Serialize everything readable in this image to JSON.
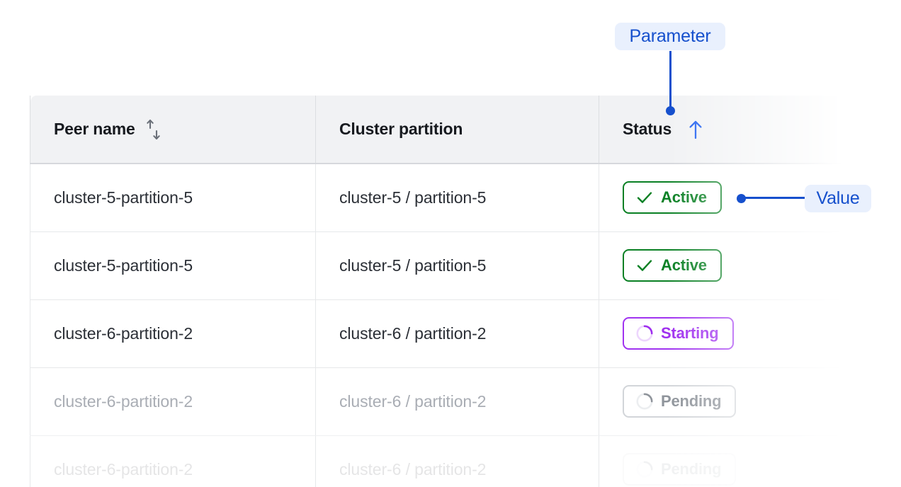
{
  "table": {
    "columns": [
      {
        "label": "Peer name",
        "sort_icon": "sort-both-icon",
        "sort_state": "none"
      },
      {
        "label": "Cluster partition",
        "sort_icon": "",
        "sort_state": "none"
      },
      {
        "label": "Status",
        "sort_icon": "arrow-up-icon",
        "sort_state": "ascending"
      }
    ],
    "rows": [
      {
        "peer_name": "cluster-5-partition-5",
        "cluster_partition": "cluster-5 / partition-5",
        "status": "Active",
        "status_kind": "active",
        "status_icon": "check-icon"
      },
      {
        "peer_name": "cluster-5-partition-5",
        "cluster_partition": "cluster-5 / partition-5",
        "status": "Active",
        "status_kind": "active",
        "status_icon": "check-icon"
      },
      {
        "peer_name": "cluster-6-partition-2",
        "cluster_partition": "cluster-6 / partition-2",
        "status": "Starting",
        "status_kind": "starting",
        "status_icon": "spinner-icon"
      },
      {
        "peer_name": "cluster-6-partition-2",
        "cluster_partition": "cluster-6 / partition-2",
        "status": "Pending",
        "status_kind": "pending",
        "status_icon": "spinner-icon"
      },
      {
        "peer_name": "cluster-6-partition-2",
        "cluster_partition": "cluster-6 / partition-2",
        "status": "Pending",
        "status_kind": "pending",
        "status_icon": "spinner-icon"
      }
    ]
  },
  "annotations": {
    "parameter_label": "Parameter",
    "value_label": "Value"
  },
  "colors": {
    "annotation_blue": "#1650cd",
    "annotation_pill_bg": "#e9f0fd",
    "active_green": "#0a8024",
    "starting_purple": "#9f2fef",
    "pending_gray": "#8f949b",
    "header_bg": "#f1f2f4",
    "border_gray": "#e6e8ea"
  }
}
